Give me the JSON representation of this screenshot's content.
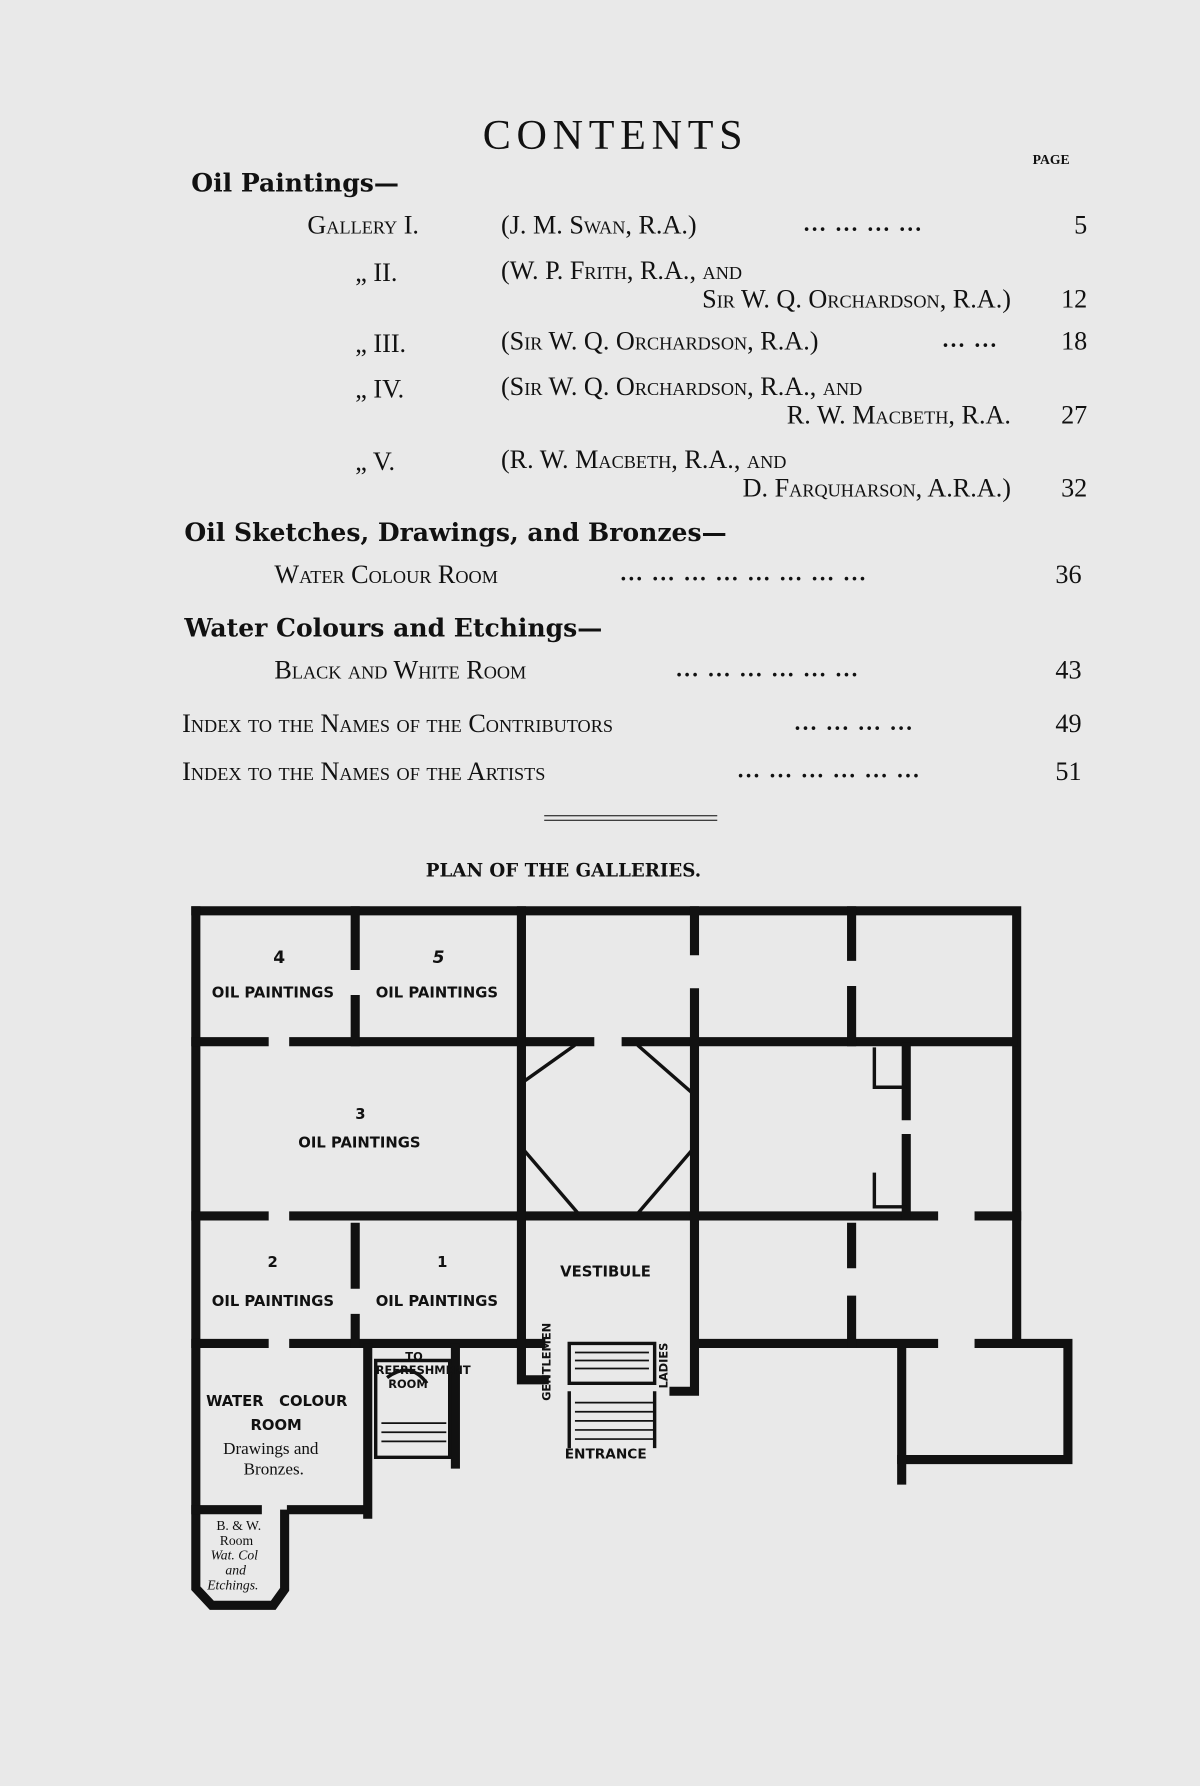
{
  "contents": {
    "title": "CONTENTS",
    "page_header": "PAGE",
    "sections": [
      {
        "heading": "Oil Paintings—",
        "entries": [
          {
            "prefix": "Gallery I.",
            "line1": "(J. M. Swan, R.A.)",
            "line2": "",
            "leader": "... ... ... ...",
            "page": "5"
          },
          {
            "prefix": "„   II.",
            "line1": "(W. P. Frith, R.A., and",
            "line2": "Sir W. Q. Orchardson, R.A.)",
            "leader": "",
            "page": "12"
          },
          {
            "prefix": "„   III.",
            "line1": "(Sir W. Q. Orchardson, R.A.)",
            "line2": "",
            "leader": "... ...",
            "page": "18"
          },
          {
            "prefix": "„   IV.",
            "line1": "(Sir W. Q. Orchardson, R.A., and",
            "line2": "R. W. Macbeth, R.A.",
            "leader": "",
            "page": "27"
          },
          {
            "prefix": "„   V.",
            "line1": "(R. W. Macbeth, R.A., and",
            "line2": "D. Farquharson, A.R.A.)",
            "leader": "",
            "page": "32"
          }
        ]
      },
      {
        "heading": "Oil Sketches, Drawings, and Bronzes—",
        "entries": [
          {
            "label": "Water Colour Room",
            "leader": "... ... ... ... ... ... ... ...",
            "page": "36"
          }
        ]
      },
      {
        "heading": "Water Colours and Etchings—",
        "entries": [
          {
            "label": "Black and White Room",
            "leader": "... ... ... ... ... ...",
            "page": "43"
          }
        ]
      }
    ],
    "indexes": [
      {
        "label": "Index to the Names of the Contributors",
        "leader": "... ... ... ...",
        "page": "49"
      },
      {
        "label": "Index to the Names of the Artists",
        "leader": "... ... ... ... ... ...",
        "page": "51"
      }
    ]
  },
  "plan": {
    "title": "PLAN OF THE GALLERIES.",
    "labels": {
      "g4_num": "4",
      "g5_num": "5",
      "g4": "OIL PAINTINGS",
      "g5": "OIL PAINTINGS",
      "g3_num": "3",
      "g3": "OIL PAINTINGS",
      "g2_num": "2",
      "g1_num": "1",
      "g2": "OIL PAINTINGS",
      "g1": "OIL PAINTINGS",
      "vestibule": "VESTIBULE",
      "to": "TO",
      "refreshment": "REFRESHMENT",
      "room": "ROOM",
      "water_colour": "WATER   COLOUR",
      "wc_room": "ROOM",
      "drawings": "Drawings and",
      "bronzes": "Bronzes.",
      "gentlemen": "GENTLEMEN",
      "ladies": "LADIES",
      "entrance": "ENTRANCE",
      "bw1": "B. & W.",
      "bw2": "Room",
      "bw3": "Wat. Col",
      "bw4": "and",
      "bw5": "Etchings."
    }
  }
}
